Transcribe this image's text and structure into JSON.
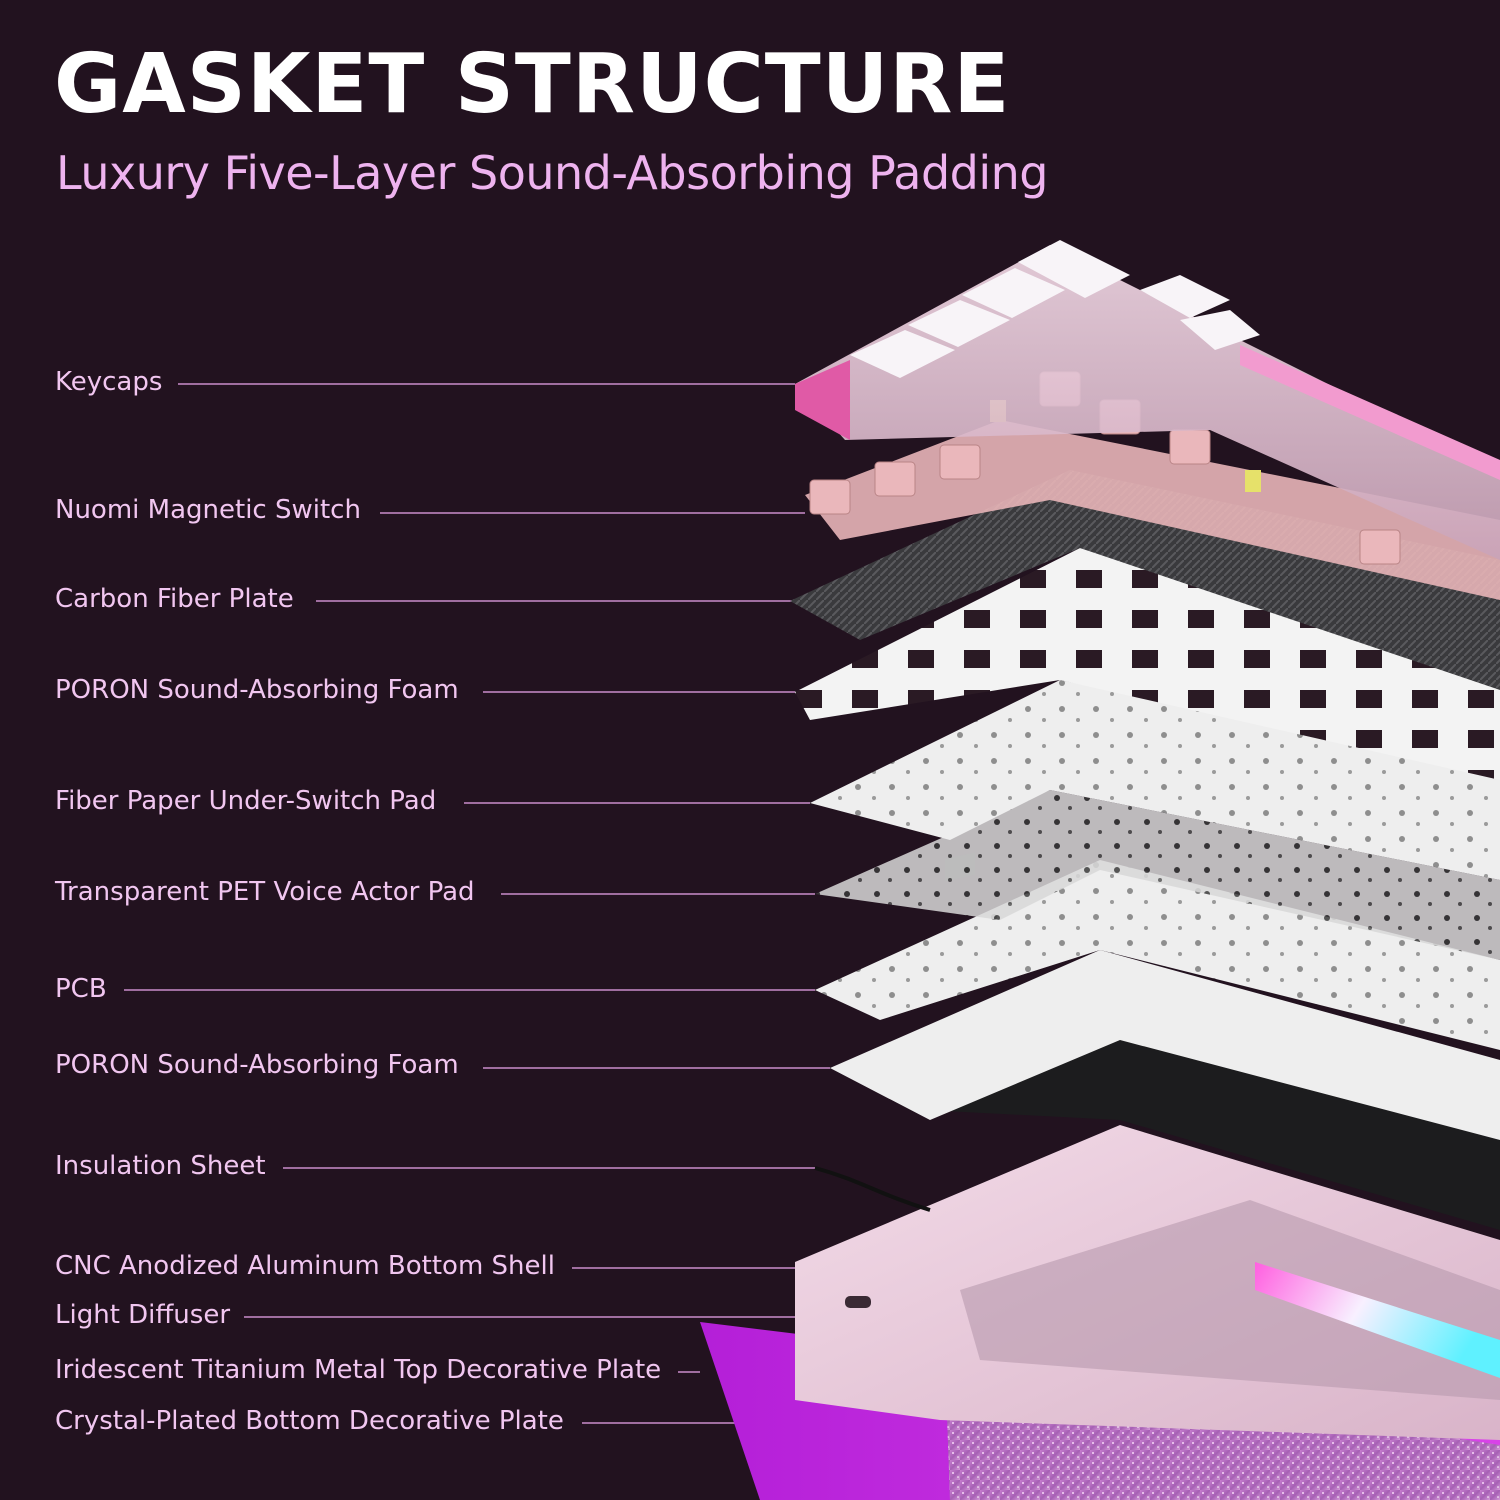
{
  "header": {
    "title": "GASKET STRUCTURE",
    "subtitle": "Luxury Five-Layer Sound-Absorbing Padding"
  },
  "layers": [
    {
      "label": "Keycaps"
    },
    {
      "label": "Nuomi Magnetic Switch"
    },
    {
      "label": "Carbon Fiber Plate"
    },
    {
      "label": "PORON Sound-Absorbing Foam"
    },
    {
      "label": "Fiber Paper Under-Switch Pad"
    },
    {
      "label": "Transparent PET Voice Actor Pad"
    },
    {
      "label": "PCB"
    },
    {
      "label": "PORON Sound-Absorbing Foam"
    },
    {
      "label": "Insulation Sheet"
    },
    {
      "label": "CNC Anodized Aluminum Bottom Shell"
    },
    {
      "label": "Light Diffuser"
    },
    {
      "label": "Iridescent Titanium Metal Top Decorative Plate"
    },
    {
      "label": "Crystal-Plated Bottom Decorative Plate"
    }
  ],
  "colors": {
    "background": "#22121f",
    "title": "#ffffff",
    "accent": "#eeb3ef",
    "leader_line": "#c98ccb"
  }
}
